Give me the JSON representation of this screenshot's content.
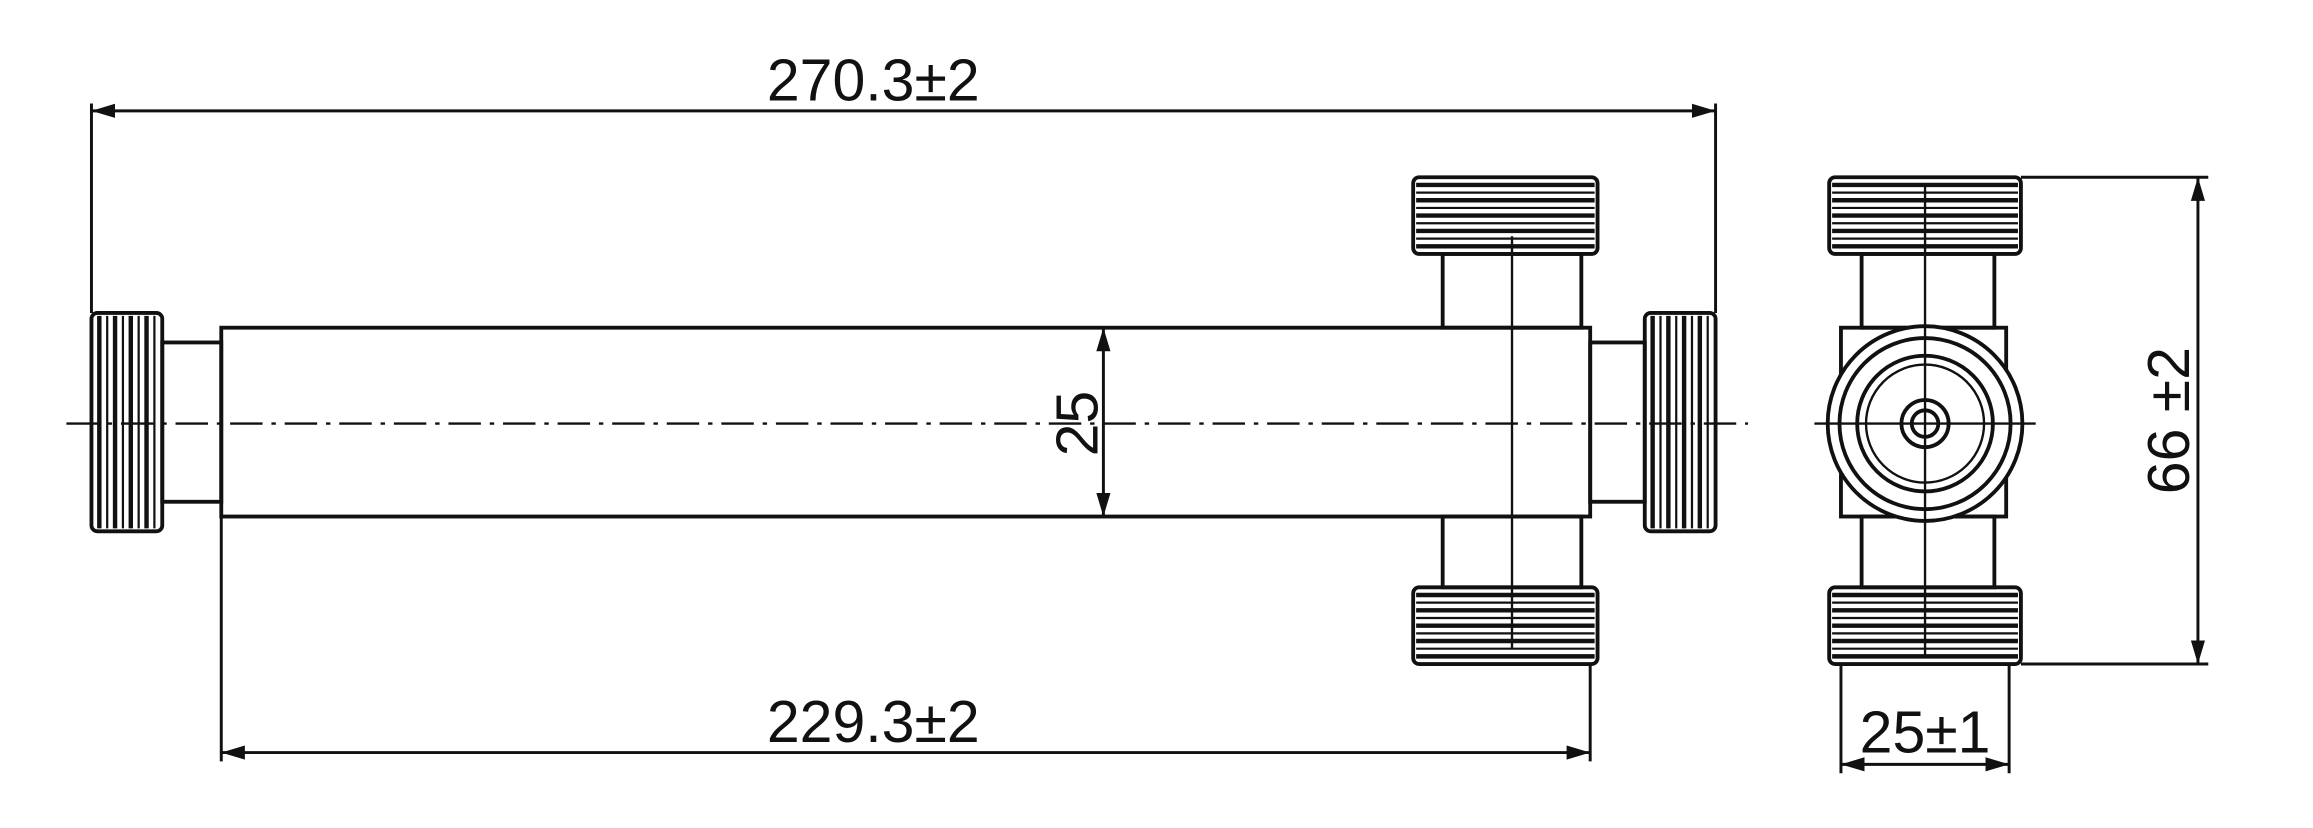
{
  "drawing": {
    "overall_length_label": "270.3±2",
    "body_length_label": "229.3±2",
    "tube_diameter_label": "25",
    "height_label": "66 ±2",
    "width_label": "25±1",
    "line_color": "#111111",
    "background_color": "#ffffff"
  }
}
